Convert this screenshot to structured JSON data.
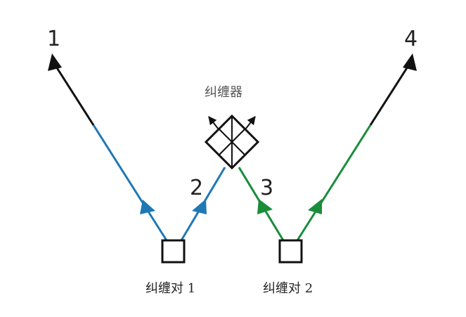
{
  "diagram": {
    "photon_labels": [
      "1",
      "2",
      "3",
      "4"
    ],
    "swapper_label": "纠缠器",
    "pair_labels": [
      "纠缠对 1",
      "纠缠对 2"
    ],
    "colors": {
      "pair1": "#1f78b4",
      "pair2": "#1a8c3a",
      "outgoing": "#111111",
      "background": "#ffffff"
    }
  }
}
